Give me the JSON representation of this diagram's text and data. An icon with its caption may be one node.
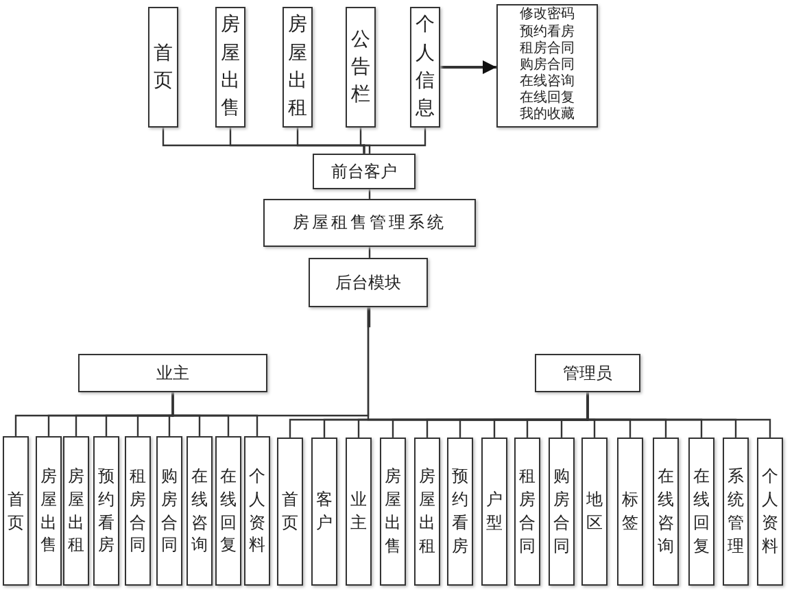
{
  "diagram": {
    "nodes": [
      {
        "text": [
          "首页"
        ]
      },
      {
        "text": [
          "房屋出售"
        ]
      },
      {
        "text": [
          "房屋出租"
        ]
      },
      {
        "text": [
          "公告栏"
        ]
      },
      {
        "text": [
          "个人信息"
        ]
      },
      {
        "text": [
          "修改密码",
          "预约看房",
          "租房合同",
          "购房合同",
          "在线咨询",
          "在线回复",
          "我的收藏"
        ]
      },
      {
        "text": [
          "前台客户"
        ]
      },
      {
        "text": [
          "房屋租售管理系统"
        ]
      },
      {
        "text": [
          "后台模块"
        ]
      },
      {
        "text": [
          "业主"
        ]
      },
      {
        "text": [
          "管理员"
        ]
      },
      {
        "text": [
          "首页"
        ]
      },
      {
        "text": [
          "房屋出售"
        ]
      },
      {
        "text": [
          "房屋出租"
        ]
      },
      {
        "text": [
          "预约看房"
        ]
      },
      {
        "text": [
          "租房合同"
        ]
      },
      {
        "text": [
          "购房合同"
        ]
      },
      {
        "text": [
          "在线咨询"
        ]
      },
      {
        "text": [
          "在线回复"
        ]
      },
      {
        "text": [
          "个人资料"
        ]
      },
      {
        "text": [
          "首页"
        ]
      },
      {
        "text": [
          "客户"
        ]
      },
      {
        "text": [
          "业主"
        ]
      },
      {
        "text": [
          "房屋出售"
        ]
      },
      {
        "text": [
          "房屋出租"
        ]
      },
      {
        "text": [
          "预约看房"
        ]
      },
      {
        "text": [
          "户型"
        ]
      },
      {
        "text": [
          "租房合同"
        ]
      },
      {
        "text": [
          "购房合同"
        ]
      },
      {
        "text": [
          "地区"
        ]
      },
      {
        "text": [
          "标签"
        ]
      },
      {
        "text": [
          "在线咨询"
        ]
      },
      {
        "text": [
          "在线回复"
        ]
      },
      {
        "text": [
          "系统管理"
        ]
      },
      {
        "text": [
          "个人资料"
        ]
      }
    ],
    "edges": [
      {
        "from": 0,
        "to": 6,
        "arrow": "none"
      },
      {
        "from": 1,
        "to": 6,
        "arrow": "none"
      },
      {
        "from": 2,
        "to": 6,
        "arrow": "none"
      },
      {
        "from": 3,
        "to": 6,
        "arrow": "none"
      },
      {
        "from": 4,
        "to": 6,
        "arrow": "none"
      },
      {
        "from": 4,
        "to": 5,
        "arrow": "to"
      },
      {
        "from": 6,
        "to": 7,
        "arrow": "none"
      },
      {
        "from": 7,
        "to": 8,
        "arrow": "none"
      },
      {
        "from": 8,
        "to": 9,
        "arrow": "none"
      },
      {
        "from": 8,
        "to": 10,
        "arrow": "none"
      },
      {
        "from": 9,
        "to": 11,
        "arrow": "none"
      },
      {
        "from": 9,
        "to": 12,
        "arrow": "none"
      },
      {
        "from": 9,
        "to": 13,
        "arrow": "none"
      },
      {
        "from": 9,
        "to": 14,
        "arrow": "none"
      },
      {
        "from": 9,
        "to": 15,
        "arrow": "none"
      },
      {
        "from": 9,
        "to": 16,
        "arrow": "none"
      },
      {
        "from": 9,
        "to": 17,
        "arrow": "none"
      },
      {
        "from": 9,
        "to": 18,
        "arrow": "none"
      },
      {
        "from": 9,
        "to": 19,
        "arrow": "none"
      },
      {
        "from": 10,
        "to": 20,
        "arrow": "none"
      },
      {
        "from": 10,
        "to": 21,
        "arrow": "none"
      },
      {
        "from": 10,
        "to": 22,
        "arrow": "none"
      },
      {
        "from": 10,
        "to": 23,
        "arrow": "none"
      },
      {
        "from": 10,
        "to": 24,
        "arrow": "none"
      },
      {
        "from": 10,
        "to": 25,
        "arrow": "none"
      },
      {
        "from": 10,
        "to": 26,
        "arrow": "none"
      },
      {
        "from": 10,
        "to": 27,
        "arrow": "none"
      },
      {
        "from": 10,
        "to": 28,
        "arrow": "none"
      },
      {
        "from": 10,
        "to": 29,
        "arrow": "none"
      },
      {
        "from": 10,
        "to": 30,
        "arrow": "none"
      },
      {
        "from": 10,
        "to": 31,
        "arrow": "none"
      },
      {
        "from": 10,
        "to": 32,
        "arrow": "none"
      },
      {
        "from": 10,
        "to": 33,
        "arrow": "none"
      },
      {
        "from": 10,
        "to": 34,
        "arrow": "none"
      }
    ]
  }
}
